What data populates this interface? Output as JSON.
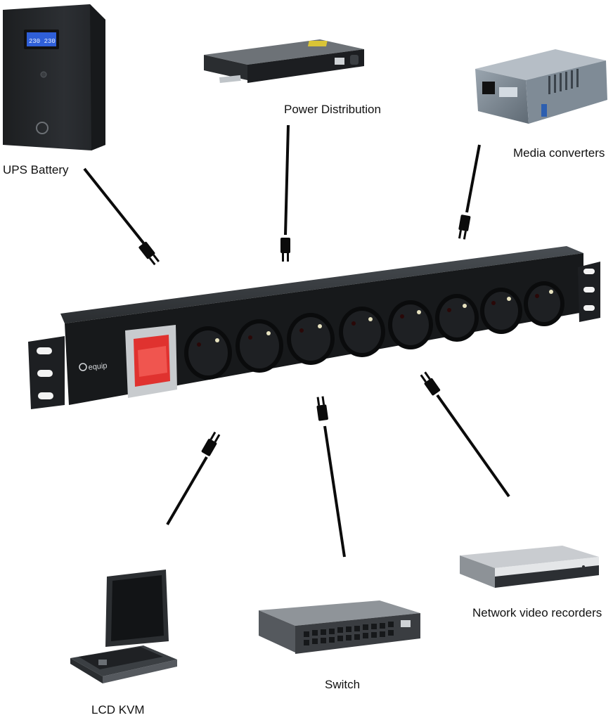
{
  "devices": {
    "ups_battery": {
      "label": "UPS Battery",
      "display_text": "230 230"
    },
    "power_distribution": {
      "label": "Power Distribution"
    },
    "media_converters": {
      "label": "Media converters"
    },
    "network_video_recorders": {
      "label": "Network video recorders"
    },
    "switch": {
      "label": "Switch"
    },
    "lcd_kvm": {
      "label": "LCD KVM"
    }
  },
  "pdu": {
    "brand": "equip",
    "socket_count": 8,
    "switch_color": "#e0322f"
  },
  "colors": {
    "cable": "#0b0b0b",
    "device_dark": "#26292c",
    "device_mid": "#4a4f54",
    "ups_screen": "#2f5fd8",
    "media_converter": "#7f8b96"
  }
}
